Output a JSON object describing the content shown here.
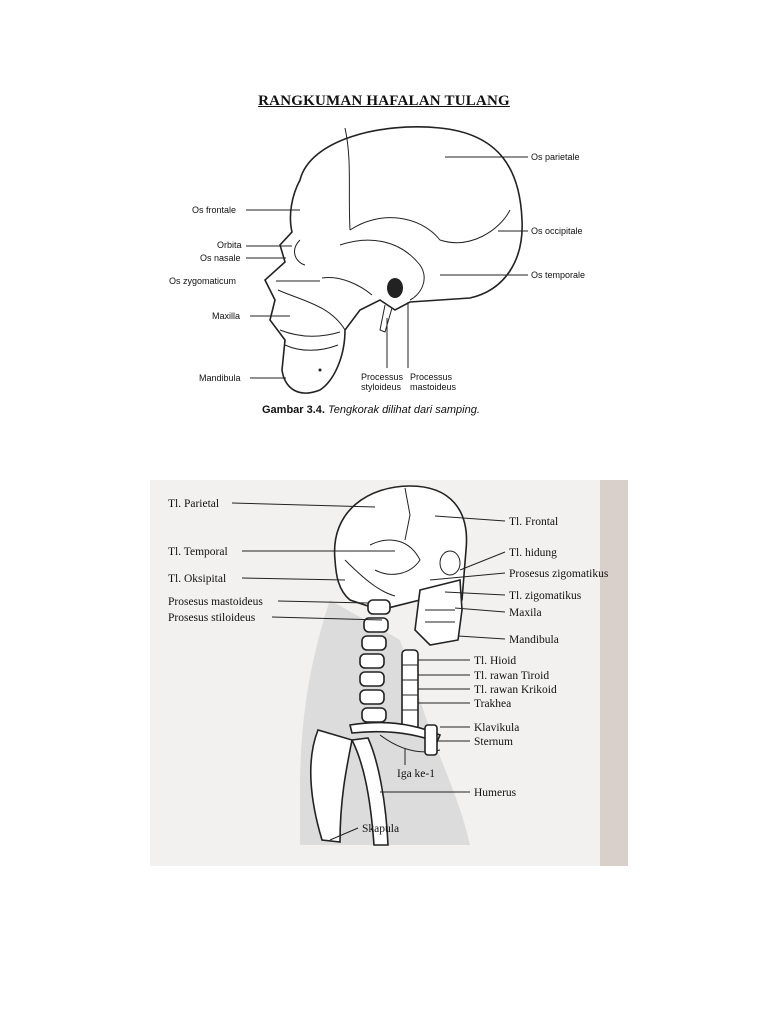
{
  "title": "RANGKUMAN HAFALAN TULANG",
  "figure1": {
    "labels_left": [
      "Os frontale",
      "Orbita",
      "Os nasale",
      "Os zygomaticum",
      "Maxilla",
      "Mandibula"
    ],
    "labels_right": [
      "Os parietale",
      "Os occipitale",
      "Os temporale"
    ],
    "labels_bottom": [
      "Processus\nstyloideus",
      "Processus\nmastoideus"
    ],
    "caption_number": "Gambar 3.4",
    "caption_text": "Tengkorak dilihat dari samping."
  },
  "figure2": {
    "labels_left": [
      "Tl. Parietal",
      "Tl. Temporal",
      "Tl. Oksipital",
      "Prosesus mastoideus",
      "Prosesus stiloideus"
    ],
    "labels_right": [
      "Tl. Frontal",
      "Tl. hidung",
      "Prosesus zigomatikus",
      "Tl. zigomatikus",
      "Maxila",
      "Mandibula",
      "Tl. Hioid",
      "Tl. rawan Tiroid",
      "Tl. rawan Krikoid",
      "Trakhea",
      "Klavikula",
      "Sternum",
      "Humerus"
    ],
    "labels_bottom": [
      "Iga ke-1",
      "Skapula"
    ]
  }
}
